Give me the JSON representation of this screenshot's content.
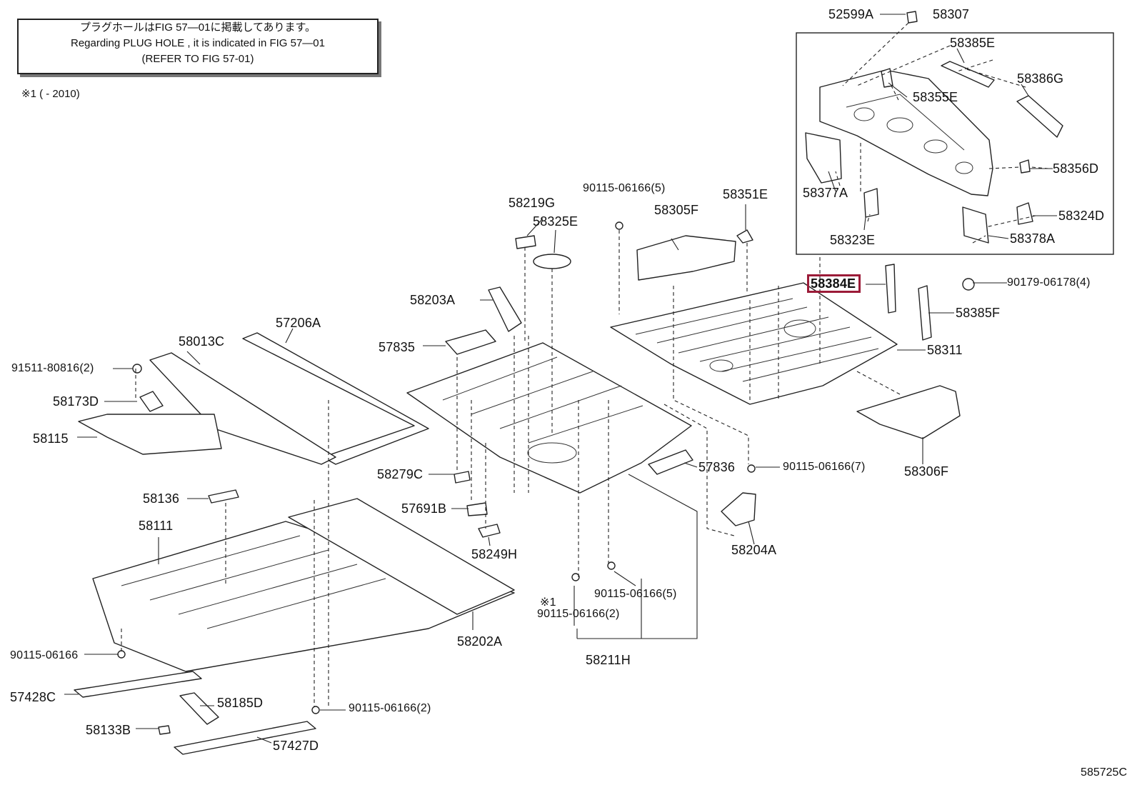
{
  "note": {
    "line1": "プラグホールはFIG 57―01に掲載してあります。",
    "line2": "Regarding PLUG HOLE , it is indicated in FIG 57―01",
    "line3": "(REFER TO FIG 57-01)"
  },
  "footnote": "※1 (      - 2010)",
  "figure_code": "585725C",
  "highlighted_part": "58384E",
  "labels": {
    "p52599A": "52599A",
    "p58307": "58307",
    "p58385E": "58385E",
    "p58386G": "58386G",
    "p58355E": "58355E",
    "p58356D": "58356D",
    "p58377A": "58377A",
    "p58324D": "58324D",
    "p58323E": "58323E",
    "p58378A": "58378A",
    "p58384E": "58384E",
    "p90179": "90179-06178(4)",
    "p58385F": "58385F",
    "p58311": "58311",
    "p58306F": "58306F",
    "p90115_7": "90115-06166(7)",
    "p58204A": "58204A",
    "p57836": "57836",
    "p90115_5a": "90115-06166(5)",
    "p58305F": "58305F",
    "p58351E": "58351E",
    "p58219G": "58219G",
    "p58325E": "58325E",
    "p58203A": "58203A",
    "p57835": "57835",
    "p57206A": "57206A",
    "p58013C": "58013C",
    "p91511": "91511-80816(2)",
    "p58173D": "58173D",
    "p58115": "58115",
    "p58279C": "58279C",
    "p57691B": "57691B",
    "p58249H": "58249H",
    "p58136": "58136",
    "p58111": "58111",
    "p58202A": "58202A",
    "p90115_5b": "90115-06166(5)",
    "p_note1": "※1",
    "p90115_2a": "90115-06166(2)",
    "p58211H": "58211H",
    "p90115_single": "90115-06166",
    "p57428C": "57428C",
    "p58185D": "58185D",
    "p90115_2b": "90115-06166(2)",
    "p58133B": "58133B",
    "p57427D": "57427D"
  }
}
